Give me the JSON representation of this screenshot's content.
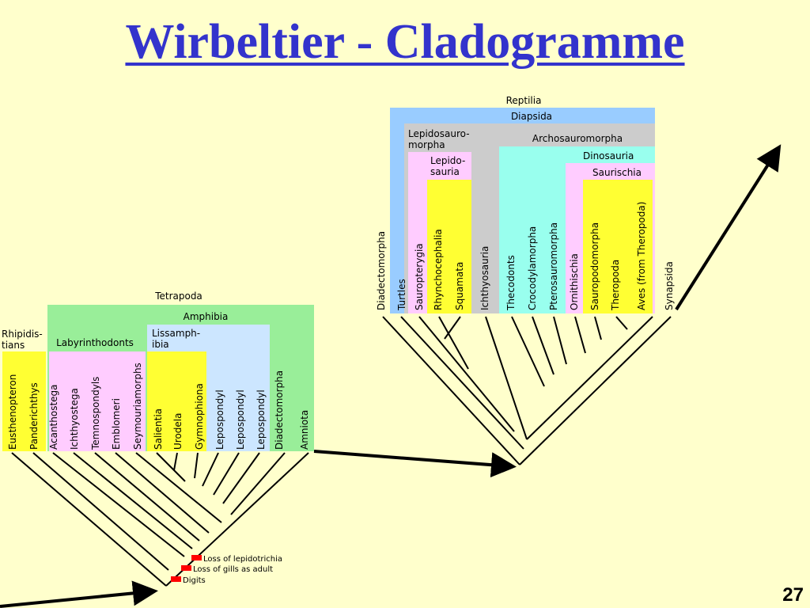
{
  "title": "Wirbeltier - Cladogramme",
  "page_number": "27",
  "tetrapod_tree": {
    "groups": {
      "tetrapoda": "Tetrapoda",
      "amphibia": "Amphibia",
      "rhipidistians_1": "Rhipidis-",
      "rhipidistians_2": "tians",
      "labyrinthodonts": "Labyrinthodonts",
      "lissamphibia_1": "Lissamph-",
      "lissamphibia_2": "ibia"
    },
    "taxa": [
      "Eusthenopteron",
      "Panderichthys",
      "Acanthostega",
      "Ichthyostega",
      "Temnospondyls",
      "Emblomeri",
      "Seymouriamorphs",
      "Salientia",
      "Urodela",
      "Gymnophiona",
      "Lepospondyl",
      "Lepospondyl",
      "Lepospondyl",
      "Diadectomorpha",
      "Amniota"
    ],
    "characters": [
      "Loss of lepidotrichia",
      "Loss of gills as adult",
      "Digits"
    ],
    "colors": {
      "green": "#99ee99",
      "yellow": "#ffff33",
      "pink": "#ffccff",
      "blue": "#cce6ff",
      "marker": "#ff0000"
    }
  },
  "reptile_tree": {
    "groups": {
      "reptilia": "Reptilia",
      "diapsida": "Diapsida",
      "lepidosauromorpha_1": "Lepidosauro-",
      "lepidosauromorpha_2": "morpha",
      "archosauromorpha": "Archosauromorpha",
      "lepidosauria_1": "Lepido-",
      "lepidosauria_2": "sauria",
      "dinosauria": "Dinosauria",
      "saurischia": "Saurischia"
    },
    "taxa": [
      "Diadectomorpha",
      "Turtles",
      "Sauropterygia",
      "Rhynchocephalia",
      "Squamata",
      "Ichthyosauria",
      "Thecodonts",
      "Crocodylamorpha",
      "Pterosauromorpha",
      "Ornithischia",
      "Sauropodomorpha",
      "Theropoda",
      "Aves (from Theropoda)",
      "Synapsida"
    ],
    "colors": {
      "blue": "#99ccff",
      "gray": "#cccccc",
      "pink": "#ffccff",
      "yellow": "#ffff33",
      "cyan": "#99ffee"
    }
  }
}
